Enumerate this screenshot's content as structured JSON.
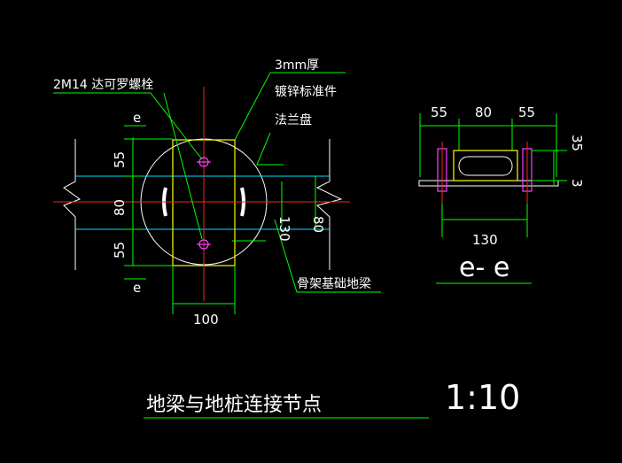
{
  "labels": {
    "bolt": "2M14 达可罗螺栓",
    "plate_thickness": "3mm厚",
    "galvanized": "镀锌标准件",
    "flange": "法兰盘",
    "beam": "骨架基础地梁",
    "section_top": "e",
    "section_bottom": "e",
    "section_title": "e- e",
    "drawing_title": "地梁与地桩连接节点",
    "scale": "1:10"
  },
  "dimensions": {
    "left_top": "55",
    "left_mid": "80",
    "left_bot": "55",
    "width_bottom": "100",
    "right_130": "130",
    "right_80": "80",
    "sec_top_55a": "55",
    "sec_top_80": "80",
    "sec_top_55b": "55",
    "sec_right_35": "35",
    "sec_right_3": "3",
    "sec_bottom_130": "130"
  },
  "colors": {
    "background": "#000000",
    "dimension": "#00ff00",
    "outline": "#ffffff",
    "centerline": "#ff2020",
    "beam_edge": "#00e0ff",
    "steel": "#ffff00",
    "bolt": "#ff40ff"
  }
}
